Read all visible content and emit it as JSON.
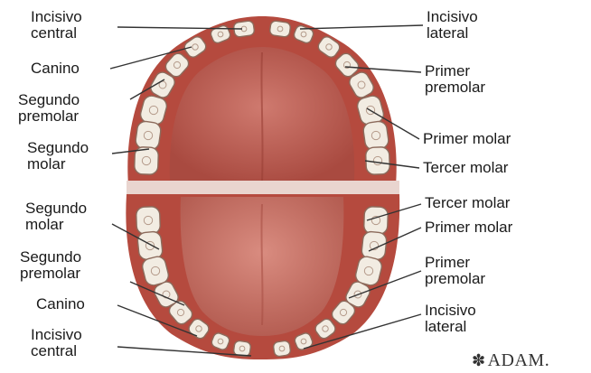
{
  "colors": {
    "gum_outer": "#b54a3e",
    "gum_inner": "#c8625a",
    "tongue": "#d48277",
    "palate": "#bf5e54",
    "tooth_fill": "#f2ece2",
    "tooth_stroke": "#8c6b5c",
    "leader_line": "#333333"
  },
  "upper_arch": {
    "left_labels": {
      "incisivo_central": {
        "line1": "Incisivo",
        "line2": "central"
      },
      "canino": {
        "line1": "Canino"
      },
      "segundo_premolar": {
        "line1": "Segundo",
        "line2": "premolar"
      },
      "segundo_molar": {
        "line1": "Segundo",
        "line2": "molar"
      }
    },
    "right_labels": {
      "incisivo_lateral": {
        "line1": "Incisivo",
        "line2": "lateral"
      },
      "primer_premolar": {
        "line1": "Primer",
        "line2": "premolar"
      },
      "primer_molar": {
        "line1": "Primer molar"
      },
      "tercer_molar": {
        "line1": "Tercer molar"
      }
    }
  },
  "lower_arch": {
    "left_labels": {
      "segundo_molar": {
        "line1": "Segundo",
        "line2": "molar"
      },
      "segundo_premolar": {
        "line1": "Segundo",
        "line2": "premolar"
      },
      "canino": {
        "line1": "Canino"
      },
      "incisivo_central": {
        "line1": "Incisivo",
        "line2": "central"
      }
    },
    "right_labels": {
      "tercer_molar": {
        "line1": "Tercer molar"
      },
      "primer_molar": {
        "line1": "Primer molar"
      },
      "primer_premolar": {
        "line1": "Primer",
        "line2": "premolar"
      },
      "incisivo_lateral": {
        "line1": "Incisivo",
        "line2": "lateral"
      }
    }
  },
  "logo": {
    "text": "ADAM.",
    "icon": "asterisk-star-icon"
  }
}
